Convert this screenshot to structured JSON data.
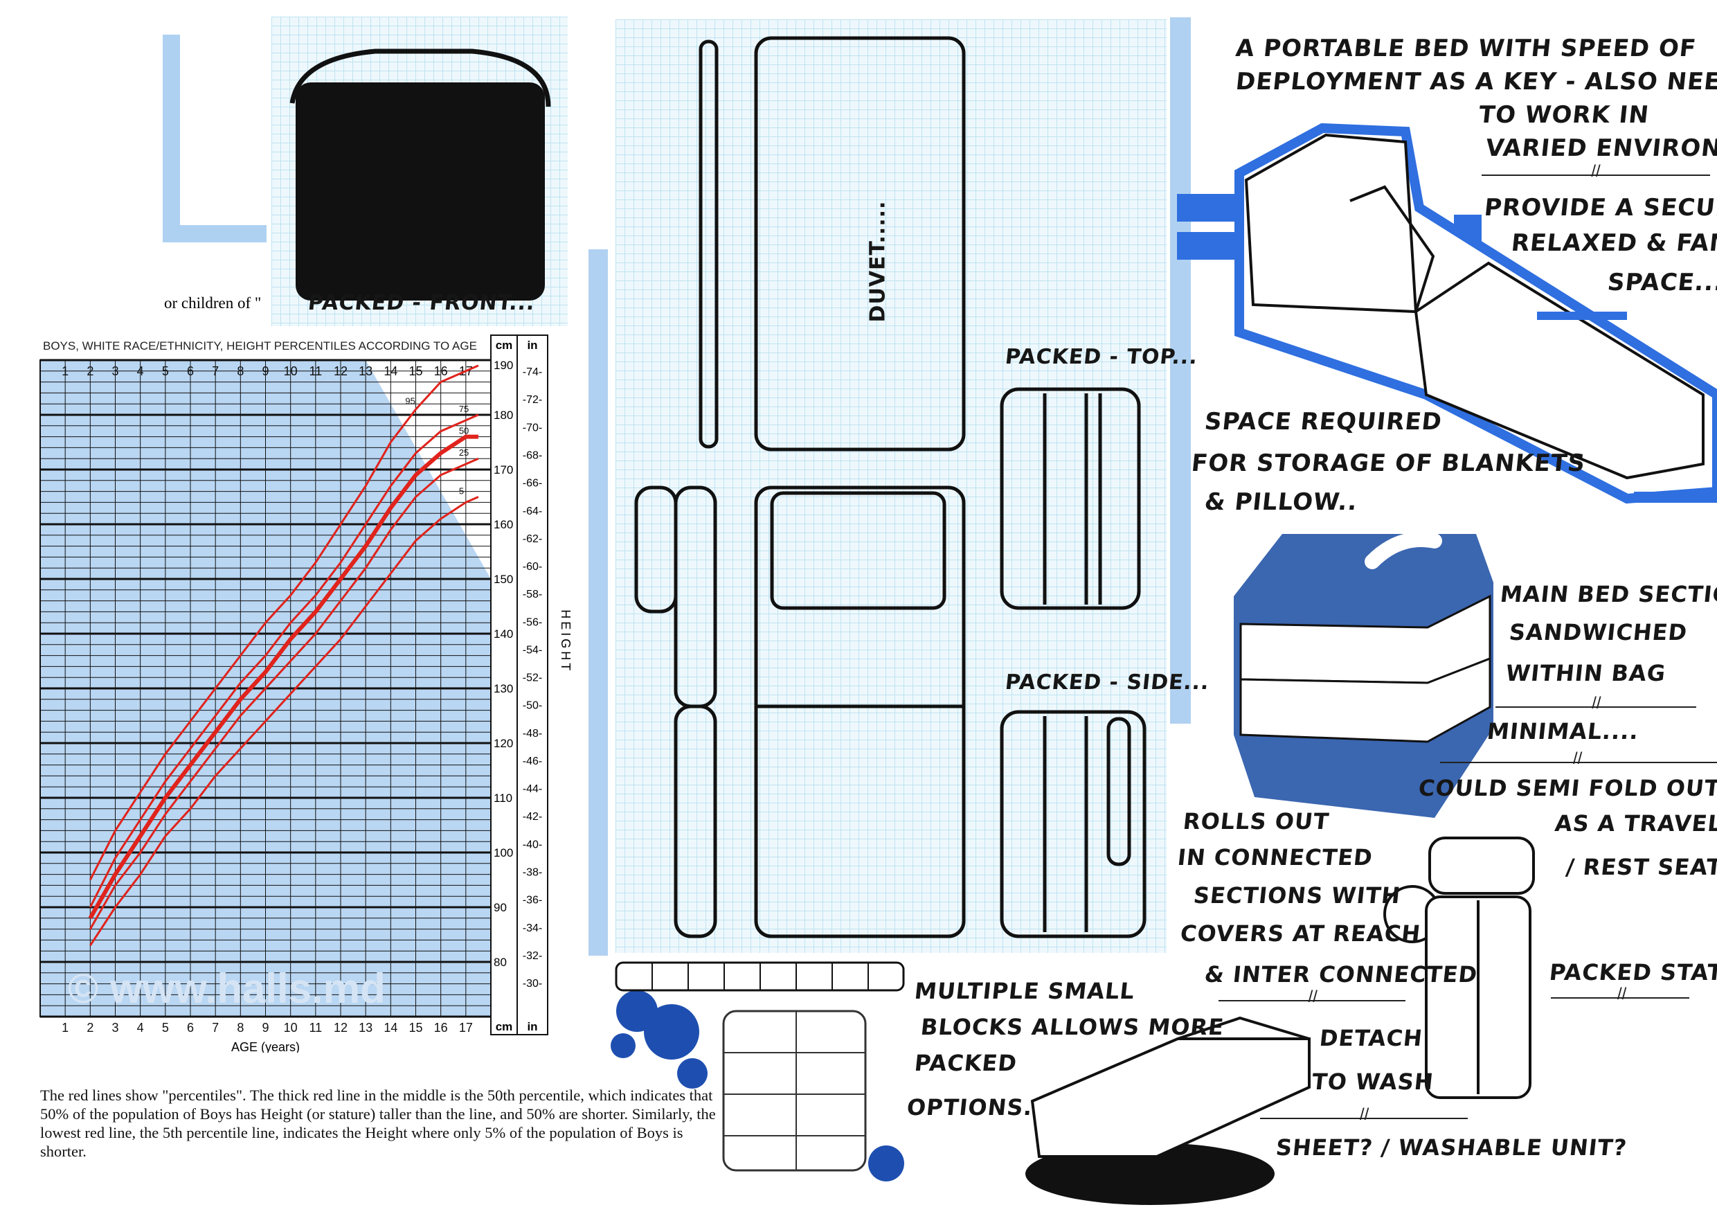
{
  "top_left": {
    "caption_fragment": "or children of \"",
    "packed_front_label": "PACKED - FRONT..."
  },
  "chart_data": {
    "type": "line",
    "title": "BOYS, WHITE RACE/ETHNICITY, HEIGHT PERCENTILES ACCORDING TO AGE",
    "xlabel": "AGE (years)",
    "ylabel": "HEIGHT",
    "xlim": [
      0,
      18
    ],
    "ylim": [
      70,
      190
    ],
    "grid": true,
    "x_ticks": [
      1,
      2,
      3,
      4,
      5,
      6,
      7,
      8,
      9,
      10,
      11,
      12,
      13,
      14,
      15,
      16,
      17
    ],
    "cm_ticks": [
      80,
      90,
      100,
      110,
      120,
      130,
      140,
      150,
      160,
      170,
      180,
      190
    ],
    "in_ticks": [
      30,
      32,
      34,
      36,
      38,
      40,
      42,
      44,
      46,
      48,
      50,
      52,
      54,
      56,
      58,
      60,
      62,
      64,
      66,
      68,
      70,
      72,
      74
    ],
    "unit_cm": "cm",
    "unit_in": "in",
    "watermark": "© www.halls.md",
    "x": [
      2,
      3,
      4,
      5,
      6,
      7,
      8,
      9,
      10,
      11,
      12,
      13,
      14,
      15,
      16,
      17,
      17.5
    ],
    "series": [
      {
        "name": "95",
        "values": [
          95,
          104,
          111,
          118,
          124,
          130,
          136,
          142,
          147,
          153,
          160,
          167,
          175,
          181,
          186,
          188,
          189
        ]
      },
      {
        "name": "75",
        "values": [
          90,
          99,
          106,
          113,
          119,
          125,
          131,
          136,
          142,
          147,
          153,
          160,
          167,
          173,
          177,
          179,
          180
        ]
      },
      {
        "name": "50",
        "values": [
          88,
          96,
          103,
          110,
          116,
          122,
          128,
          133,
          139,
          144,
          150,
          156,
          163,
          169,
          173,
          176,
          176
        ]
      },
      {
        "name": "25",
        "values": [
          86,
          94,
          100,
          107,
          113,
          119,
          125,
          130,
          135,
          140,
          146,
          152,
          159,
          165,
          169,
          171,
          172
        ]
      },
      {
        "name": "5",
        "values": [
          83,
          90,
          96,
          103,
          108,
          114,
          119,
          124,
          129,
          134,
          139,
          145,
          151,
          157,
          161,
          164,
          165
        ]
      }
    ],
    "line_color": "#e0231c"
  },
  "explanation": "The red lines show \"percentiles\".  The thick red line in the middle is the 50th percentile, which indicates that 50% of the population of Boys has Height (or stature) taller than the line, and 50% are shorter.  Similarly, the lowest red line, the 5th percentile line, indicates the Height where only 5% of the population of Boys is shorter.",
  "center": {
    "duvet_label": "DUVET.....",
    "packed_top_label": "PACKED - TOP...",
    "packed_side_label": "PACKED - SIDE..."
  },
  "notes": {
    "intro": [
      "A PORTABLE BED WITH SPEED OF",
      "DEPLOYMENT AS A KEY - ALSO NEEDS",
      "TO WORK IN",
      "VARIED ENVIRONMENTS"
    ],
    "provide": [
      "PROVIDE A SECURE,",
      "RELAXED & FAMILIAR",
      "SPACE..."
    ],
    "storage": [
      "SPACE REQUIRED",
      "FOR STORAGE OF BLANKETS",
      "& PILLOW.."
    ],
    "main_bed": [
      "MAIN BED SECTION",
      "SANDWICHED",
      "WITHIN BAG"
    ],
    "minimal": "MINIMAL....",
    "fold": [
      "COULD SEMI FOLD OUT",
      "AS A TRAVEL",
      "/ REST SEAT"
    ],
    "rolls": [
      "ROLLS OUT",
      "IN CONNECTED",
      "SECTIONS WITH",
      "COVERS AT REACH",
      "& INTER CONNECTED"
    ],
    "packed_state": "PACKED STATE",
    "blocks": [
      "MULTIPLE SMALL",
      "BLOCKS ALLOWS MORE",
      "PACKED",
      "OPTIONS."
    ],
    "detach": [
      "DETACH",
      "TO WASH"
    ],
    "sheet": "SHEET? / WASHABLE UNIT?"
  },
  "colors": {
    "marker_blue": "#2f6fe0",
    "bag_blue": "#3b66b0",
    "light_blue": "#9cc6ee"
  }
}
